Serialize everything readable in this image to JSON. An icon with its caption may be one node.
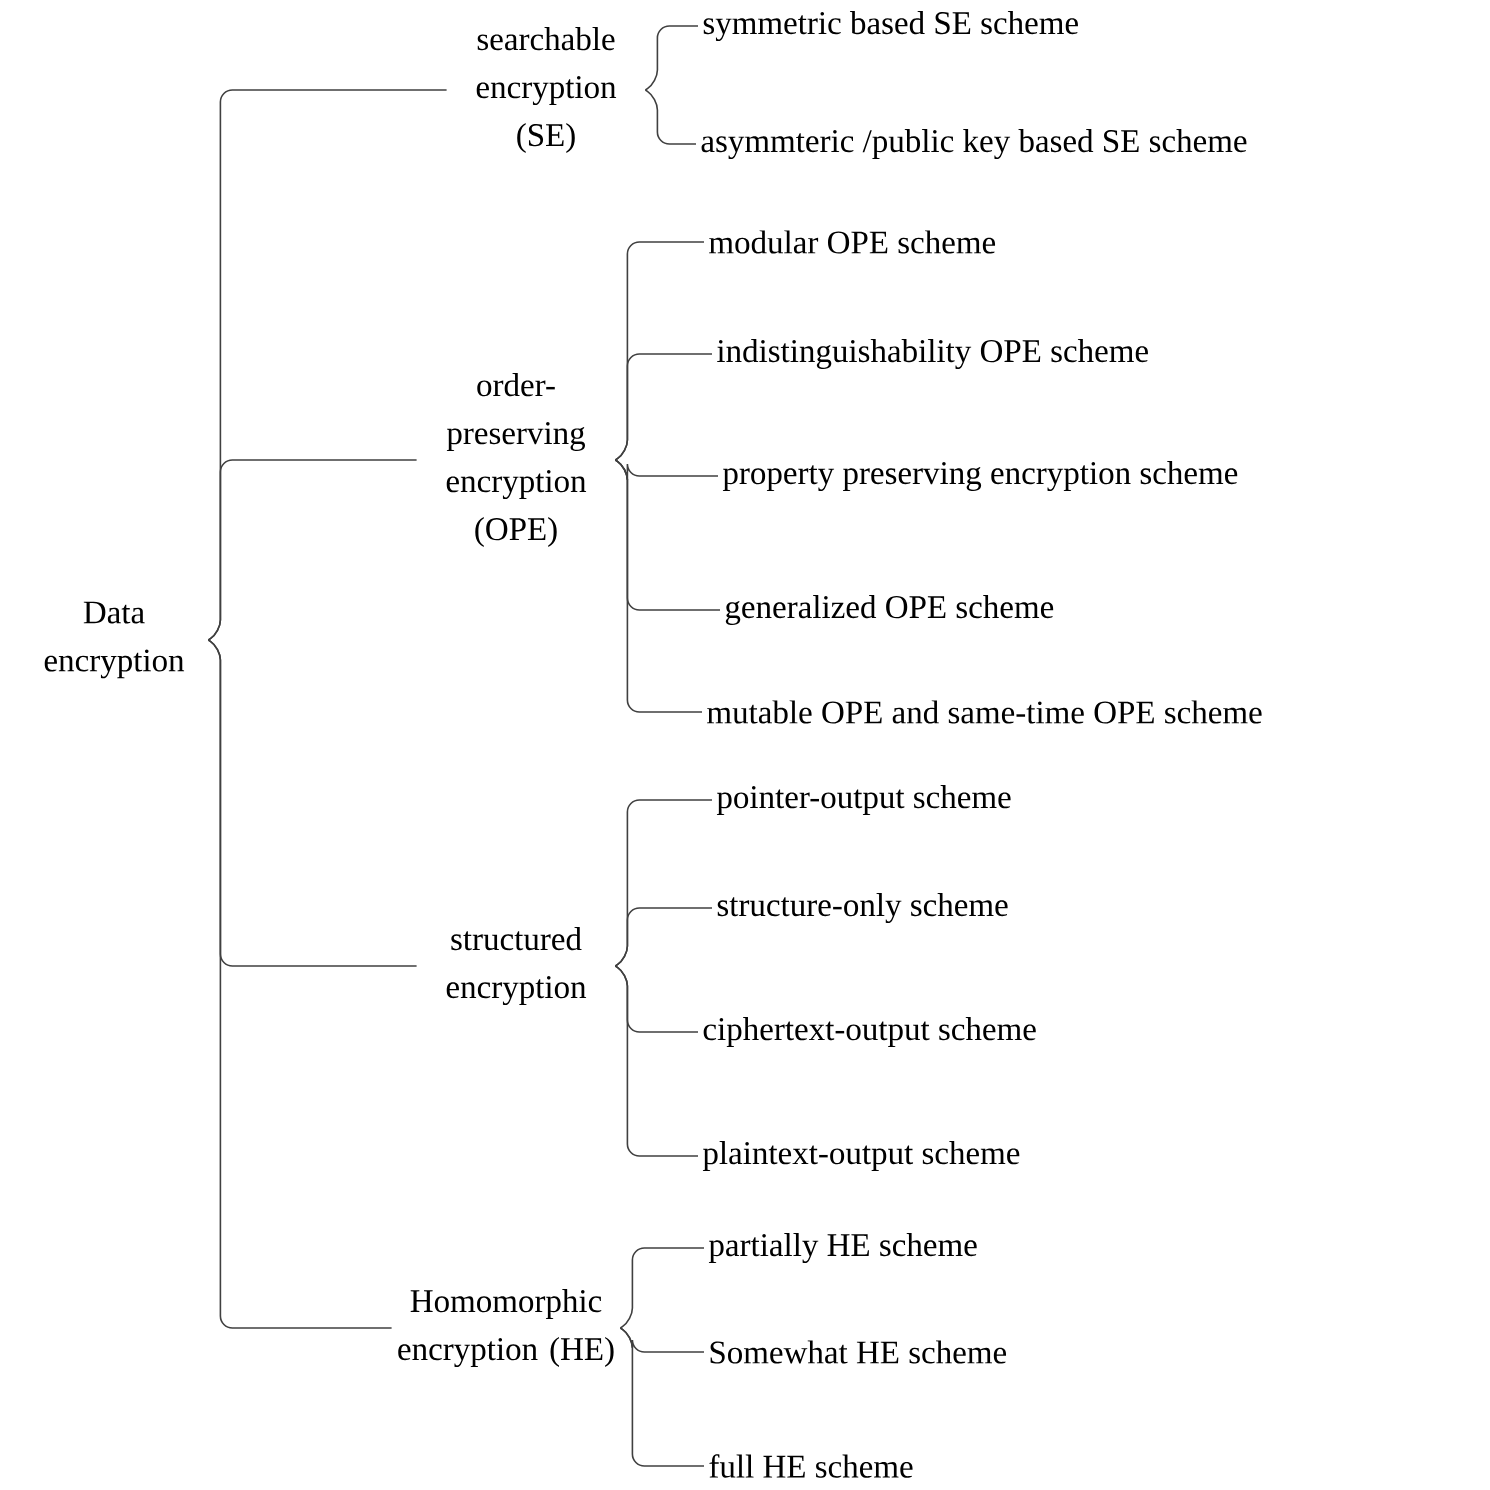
{
  "diagram": {
    "nodes": [
      {
        "text": [
          "Data encryption"
        ]
      },
      {
        "text": [
          "searchable encryption (SE)"
        ]
      },
      {
        "text": [
          "symmetric based SE scheme"
        ]
      },
      {
        "text": [
          "asymmteric /public key based SE scheme"
        ]
      },
      {
        "text": [
          "order-preserving encryption (OPE)"
        ]
      },
      {
        "text": [
          "modular OPE scheme"
        ]
      },
      {
        "text": [
          "indistinguishability OPE scheme"
        ]
      },
      {
        "text": [
          "property preserving encryption scheme"
        ]
      },
      {
        "text": [
          "generalized OPE scheme"
        ]
      },
      {
        "text": [
          "mutable OPE and same-time OPE scheme"
        ]
      },
      {
        "text": [
          "structured encryption"
        ]
      },
      {
        "text": [
          "pointer-output scheme"
        ]
      },
      {
        "text": [
          "structure-only scheme"
        ]
      },
      {
        "text": [
          "ciphertext-output scheme"
        ]
      },
      {
        "text": [
          "plaintext-output scheme"
        ]
      },
      {
        "text": [
          "Homomorphic encryption (HE)"
        ]
      },
      {
        "text": [
          "partially HE scheme"
        ]
      },
      {
        "text": [
          "Somewhat HE scheme"
        ]
      },
      {
        "text": [
          "full HE scheme"
        ]
      }
    ],
    "edges": [
      {
        "from": 0,
        "to": 1,
        "arrow": "none"
      },
      {
        "from": 0,
        "to": 4,
        "arrow": "none"
      },
      {
        "from": 0,
        "to": 10,
        "arrow": "none"
      },
      {
        "from": 0,
        "to": 15,
        "arrow": "none"
      },
      {
        "from": 1,
        "to": 2,
        "arrow": "none"
      },
      {
        "from": 1,
        "to": 3,
        "arrow": "none"
      },
      {
        "from": 4,
        "to": 5,
        "arrow": "none"
      },
      {
        "from": 4,
        "to": 6,
        "arrow": "none"
      },
      {
        "from": 4,
        "to": 7,
        "arrow": "none"
      },
      {
        "from": 4,
        "to": 8,
        "arrow": "none"
      },
      {
        "from": 4,
        "to": 9,
        "arrow": "none"
      },
      {
        "from": 10,
        "to": 11,
        "arrow": "none"
      },
      {
        "from": 10,
        "to": 12,
        "arrow": "none"
      },
      {
        "from": 10,
        "to": 13,
        "arrow": "none"
      },
      {
        "from": 10,
        "to": 14,
        "arrow": "none"
      },
      {
        "from": 15,
        "to": 16,
        "arrow": "none"
      },
      {
        "from": 15,
        "to": 17,
        "arrow": "none"
      },
      {
        "from": 15,
        "to": 18,
        "arrow": "none"
      }
    ]
  }
}
